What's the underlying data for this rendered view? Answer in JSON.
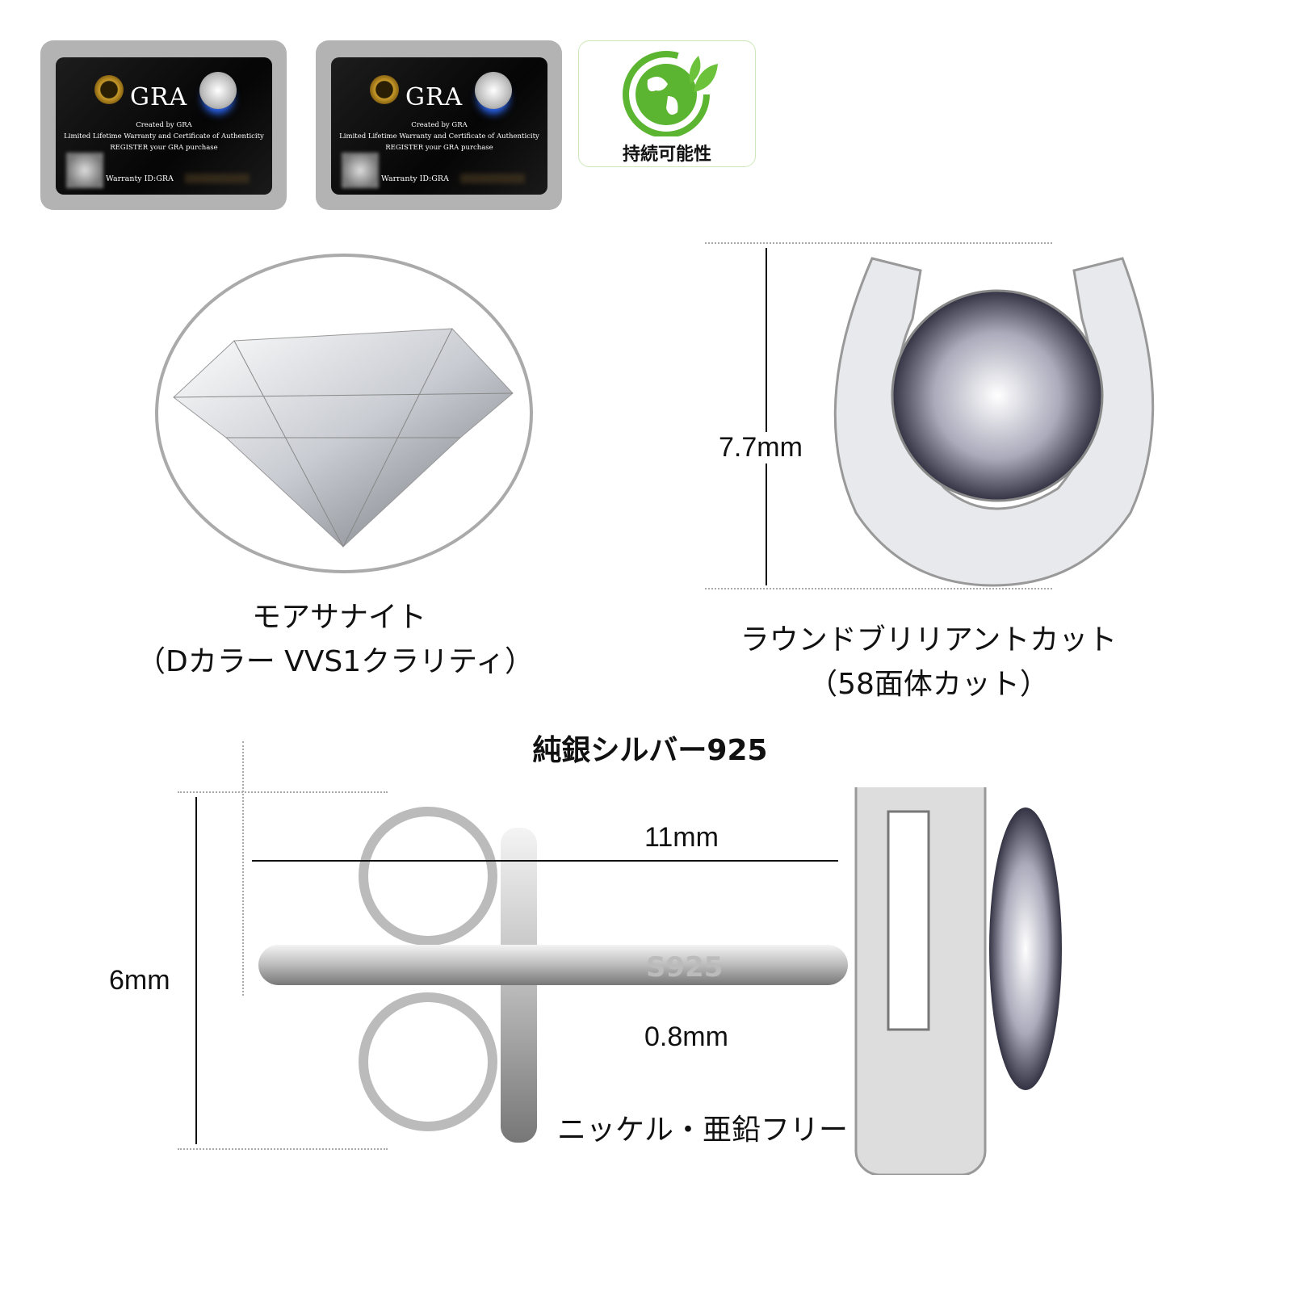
{
  "certificates": [
    {
      "brand": "GRA",
      "line1": "Created by GRA",
      "line2": "Limited Lifetime Warranty and Certificate of Authenticity",
      "line3": "REGISTER your GRA purchase",
      "warranty": "Warranty ID:GRA"
    },
    {
      "brand": "GRA",
      "line1": "Created by GRA",
      "line2": "Limited Lifetime Warranty and Certificate of Authenticity",
      "line3": "REGISTER your GRA purchase",
      "warranty": "Warranty ID:GRA"
    }
  ],
  "eco_badge": {
    "label": "持続可能性",
    "icon": "recycle-globe-leaf-icon",
    "color": "#5cb531"
  },
  "stone": {
    "name": "モアサナイト",
    "grade": "（Dカラー VVS1クラリティ）"
  },
  "cut": {
    "name": "ラウンドブリリアントカット",
    "detail": "（58面体カット）"
  },
  "dimensions": {
    "height": "7.7mm",
    "length": "11mm",
    "back_height": "6mm",
    "post": "0.8mm",
    "stamp": "S925"
  },
  "material": "純銀シルバー925",
  "feature": "ニッケル・亜鉛フリー"
}
